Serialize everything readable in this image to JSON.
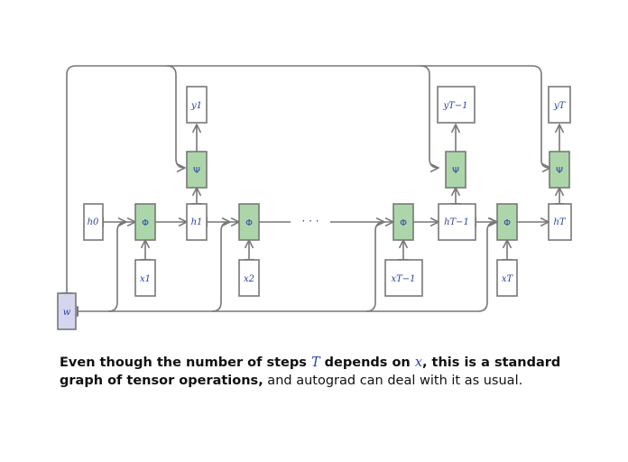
{
  "diagram": {
    "nodes": {
      "w": "w",
      "h0": "h0",
      "h1": "h1",
      "hT1": "hT−1",
      "hT": "hT",
      "phi": "Φ",
      "psi": "Ψ",
      "x1": "x1",
      "x2": "x2",
      "xT1": "xT−1",
      "xT": "xT",
      "y1": "y1",
      "yT1": "yT−1",
      "yT": "yT",
      "ellipsis": "· · ·"
    },
    "colors": {
      "op_fill": "#acd6aa",
      "param_fill": "#d4d6f0",
      "stroke": "#777777",
      "math": "#2b3fa3"
    }
  },
  "caption": {
    "part1": "Even though the number of steps ",
    "T": "T",
    "part2": " depends on ",
    "x": "x",
    "part3": ", this is a standard graph of tensor operations,",
    "part4": " and autograd can deal with it as usual."
  }
}
